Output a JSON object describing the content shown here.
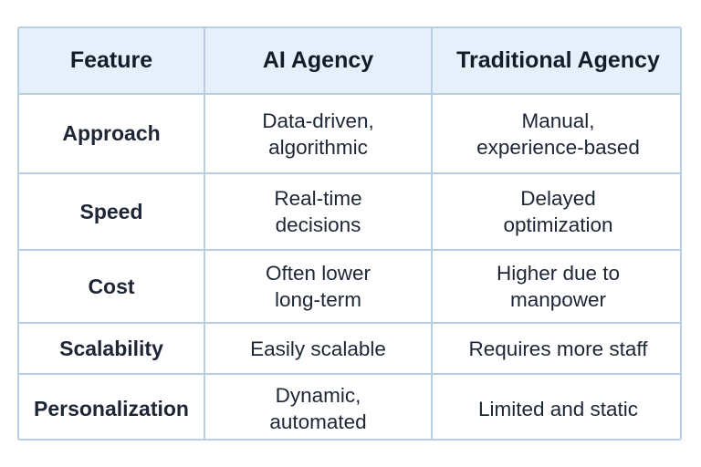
{
  "table": {
    "headers": [
      "Feature",
      "AI Agency",
      "Traditional Agency"
    ],
    "rows": [
      {
        "feature": "Approach",
        "ai": [
          "Data-driven,",
          "algorithmic"
        ],
        "traditional": [
          "Manual,",
          "experience-based"
        ]
      },
      {
        "feature": "Speed",
        "ai": [
          "Real-time",
          "decisions"
        ],
        "traditional": [
          "Delayed",
          "optimization"
        ]
      },
      {
        "feature": "Cost",
        "ai": [
          "Often lower",
          "long-term"
        ],
        "traditional": [
          "Higher due to",
          "manpower"
        ]
      },
      {
        "feature": "Scalability",
        "ai": [
          "Easily scalable"
        ],
        "traditional": [
          "Requires more staff"
        ]
      },
      {
        "feature": "Personalization",
        "ai": [
          "Dynamic,",
          "automated"
        ],
        "traditional": [
          "Limited and static"
        ]
      }
    ]
  },
  "colors": {
    "header_background": "#e6f0fb",
    "border": "#b9cde3",
    "text": "#1a2233"
  }
}
